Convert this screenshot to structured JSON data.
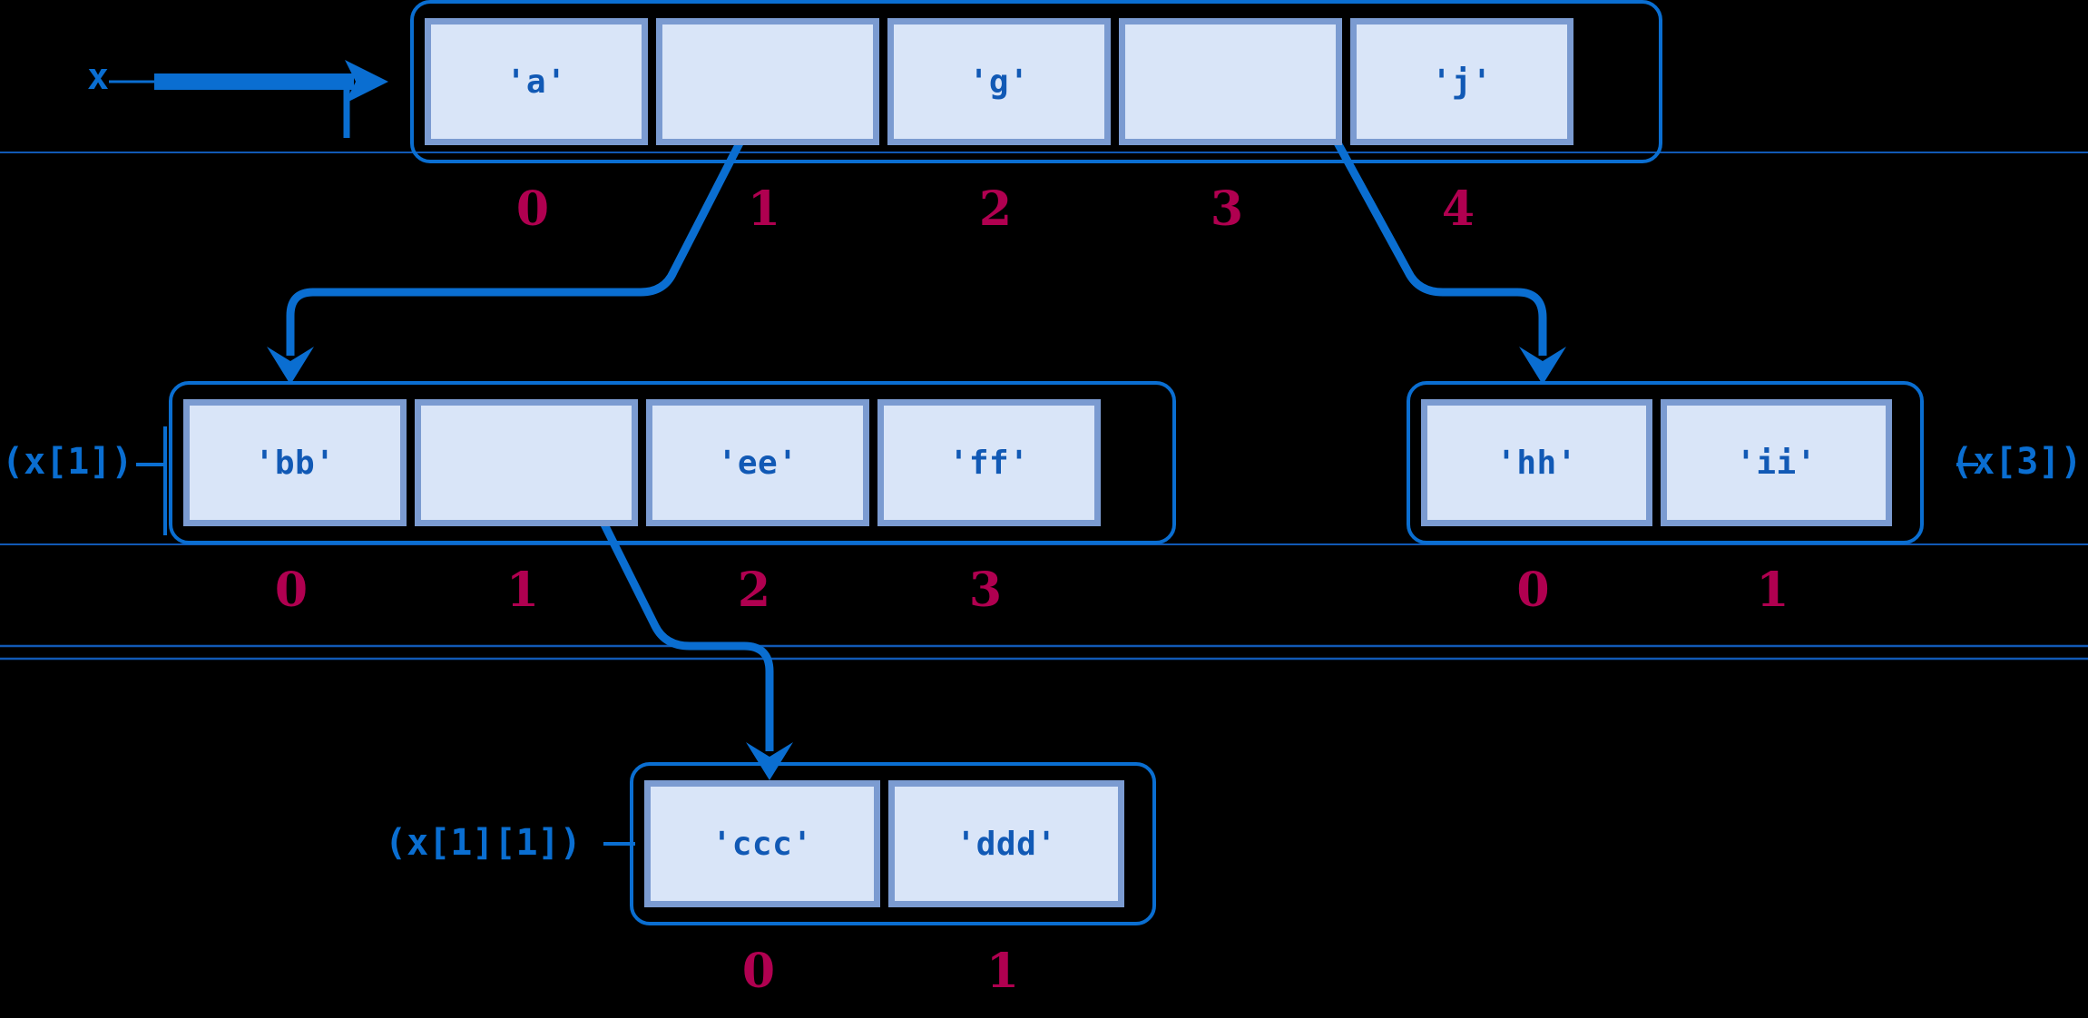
{
  "diagram": {
    "title": "nested-list-reference-diagram",
    "colors": {
      "background": "#000000",
      "arrow": "#0a6ed1",
      "container_outline": "#0a6ed1",
      "cell_fill": "#d9e5f8",
      "cell_border": "#7b9bd1",
      "value_text": "#1159b5",
      "index_text": "#b00050",
      "label_text": "#0a6ed1",
      "divider": "#1159b5"
    },
    "root_label": "x",
    "arrays": [
      {
        "id": "x",
        "name": "top-array",
        "side_label": "",
        "cells": [
          {
            "value": "'a'",
            "empty": false
          },
          {
            "value": "",
            "empty": true
          },
          {
            "value": "'g'",
            "empty": false
          },
          {
            "value": "",
            "empty": true
          },
          {
            "value": "'j'",
            "empty": false
          }
        ],
        "indices": [
          "0",
          "1",
          "2",
          "3",
          "4"
        ]
      },
      {
        "id": "x1",
        "name": "x-1-array",
        "side_label": "(x[1])",
        "side_label_position": "left",
        "cells": [
          {
            "value": "'bb'",
            "empty": false
          },
          {
            "value": "",
            "empty": true
          },
          {
            "value": "'ee'",
            "empty": false
          },
          {
            "value": "'ff'",
            "empty": false
          }
        ],
        "indices": [
          "0",
          "1",
          "2",
          "3"
        ]
      },
      {
        "id": "x3",
        "name": "x-3-array",
        "side_label": "(x[3])",
        "side_label_position": "right",
        "cells": [
          {
            "value": "'hh'",
            "empty": false
          },
          {
            "value": "'ii'",
            "empty": false
          }
        ],
        "indices": [
          "0",
          "1"
        ]
      },
      {
        "id": "x11",
        "name": "x-1-1-array",
        "side_label": "(x[1][1])",
        "side_label_position": "left",
        "cells": [
          {
            "value": "'ccc'",
            "empty": false
          },
          {
            "value": "'ddd'",
            "empty": false
          }
        ],
        "indices": [
          "0",
          "1"
        ]
      }
    ],
    "connections": [
      {
        "from": "x[1]",
        "to": "x1-array",
        "kind": "reference-arrow"
      },
      {
        "from": "x[3]",
        "to": "x3-array",
        "kind": "reference-arrow"
      },
      {
        "from": "x[1][1]",
        "to": "x11-array",
        "kind": "reference-arrow"
      },
      {
        "from": "variable x",
        "to": "top-array",
        "kind": "reference-arrow"
      }
    ]
  }
}
